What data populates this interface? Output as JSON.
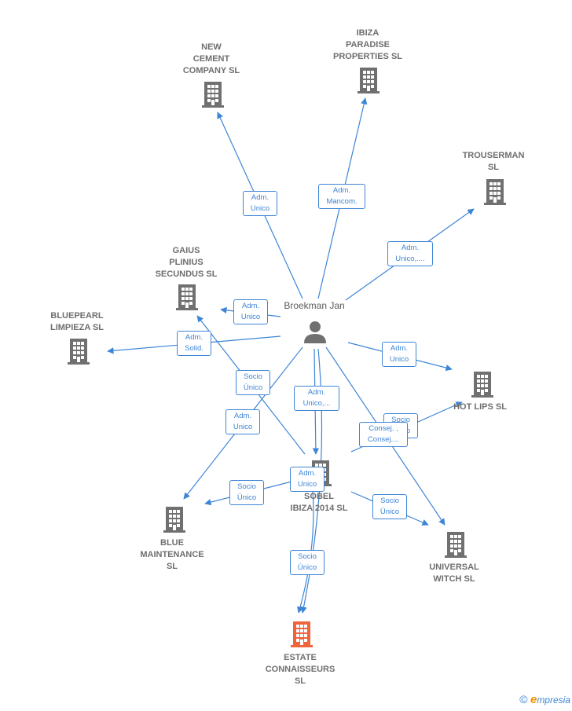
{
  "colors": {
    "edge": "#3d85d6",
    "building": "#707070",
    "focus_building": "#f0643c",
    "person": "#707070"
  },
  "person": {
    "name": "Broekman Jan",
    "icon": "person-icon"
  },
  "companies": [
    {
      "id": "new_cement",
      "label": "NEW\nCEMENT\nCOMPANY  SL",
      "icon": "building-icon"
    },
    {
      "id": "ibiza_paradise",
      "label": "IBIZA\nPARADISE\nPROPERTIES SL",
      "icon": "building-icon"
    },
    {
      "id": "trouserman",
      "label": "TROUSERMAN\nSL",
      "icon": "building-icon"
    },
    {
      "id": "gaius",
      "label": "GAIUS\nPLINIUS\nSECUNDUS  SL",
      "icon": "building-icon"
    },
    {
      "id": "bluepearl",
      "label": "BLUEPEARL\nLIMPIEZA  SL",
      "icon": "building-icon"
    },
    {
      "id": "hot_lips",
      "label": "HOT LIPS  SL",
      "icon": "building-icon"
    },
    {
      "id": "sobel",
      "label": "SOBEL\nIBIZA 2014  SL",
      "icon": "building-icon"
    },
    {
      "id": "blue_maintenance",
      "label": "BLUE\nMAINTENANCE\nSL",
      "icon": "building-icon"
    },
    {
      "id": "universal_witch",
      "label": "UNIVERSAL\nWITCH  SL",
      "icon": "building-icon"
    },
    {
      "id": "estate",
      "label": "ESTATE\nCONNAISSEURS\nSL",
      "icon": "building-icon",
      "focus": true
    }
  ],
  "edges": [
    {
      "id": "e1",
      "label": "Adm.\nUnico"
    },
    {
      "id": "e2",
      "label": "Adm.\nMancom."
    },
    {
      "id": "e3",
      "label": "Adm.\nUnico,...."
    },
    {
      "id": "e4",
      "label": "Adm.\nUnico"
    },
    {
      "id": "e5",
      "label": "Adm.\nSolid."
    },
    {
      "id": "e6",
      "label": "Adm.\nUnico"
    },
    {
      "id": "e7",
      "label": "Socio\nÚnico"
    },
    {
      "id": "e8",
      "label": "Adm.\nUnico,..."
    },
    {
      "id": "e9",
      "label": "Adm.\nUnico"
    },
    {
      "id": "e10",
      "label": "Socio\nÚnico"
    },
    {
      "id": "e11",
      "label": "Consej. ,\nConsej...."
    },
    {
      "id": "e12",
      "label": "Adm.\nUnico"
    },
    {
      "id": "e13",
      "label": "Socio\nÚnico"
    },
    {
      "id": "e14",
      "label": "Socio\nÚnico"
    },
    {
      "id": "e15",
      "label": "Socio\nÚnico"
    }
  ],
  "footer": {
    "copyright": "©",
    "brand_e": "e",
    "brand_rest": "mpresia"
  }
}
